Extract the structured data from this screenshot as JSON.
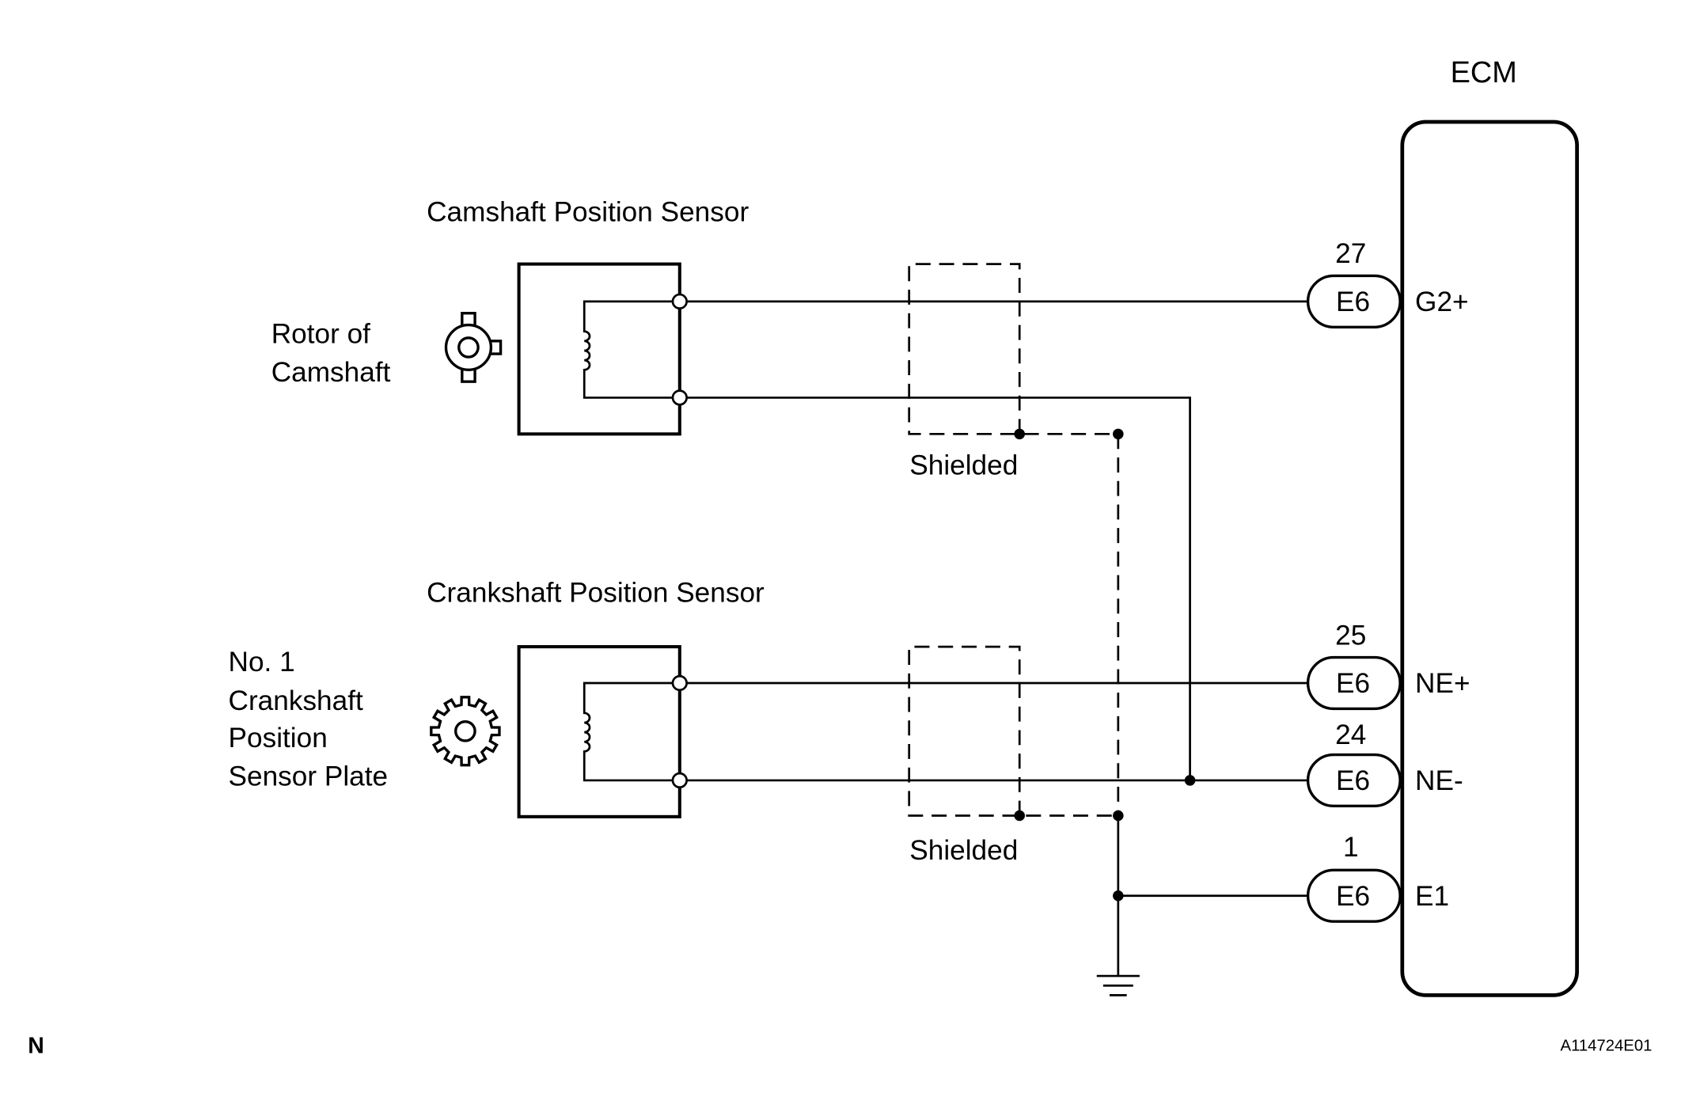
{
  "diagram": {
    "corner_mark": "N",
    "figure_code": "A114724E01"
  },
  "ecm": {
    "label": "ECM",
    "terminals": [
      {
        "pin": "27",
        "connector": "E6",
        "name": "G2+"
      },
      {
        "pin": "25",
        "connector": "E6",
        "name": "NE+"
      },
      {
        "pin": "24",
        "connector": "E6",
        "name": "NE-"
      },
      {
        "pin": "1",
        "connector": "E6",
        "name": "E1"
      }
    ]
  },
  "camshaft_sensor": {
    "title": "Camshaft Position Sensor",
    "rotor_label": [
      "Rotor of",
      "Camshaft"
    ],
    "shield_label": "Shielded"
  },
  "crankshaft_sensor": {
    "title": "Crankshaft Position Sensor",
    "plate_label": [
      "No. 1",
      "Crankshaft",
      "Position",
      "Sensor Plate"
    ],
    "shield_label": "Shielded"
  },
  "icons": {
    "camshaft_rotor": "camshaft-rotor-icon",
    "crankshaft_plate": "sensor-plate-gear-icon",
    "pickup_coil": "pickup-coil-icon",
    "ground": "ground-icon"
  },
  "colors": {
    "line": "#000000",
    "background": "#ffffff"
  }
}
